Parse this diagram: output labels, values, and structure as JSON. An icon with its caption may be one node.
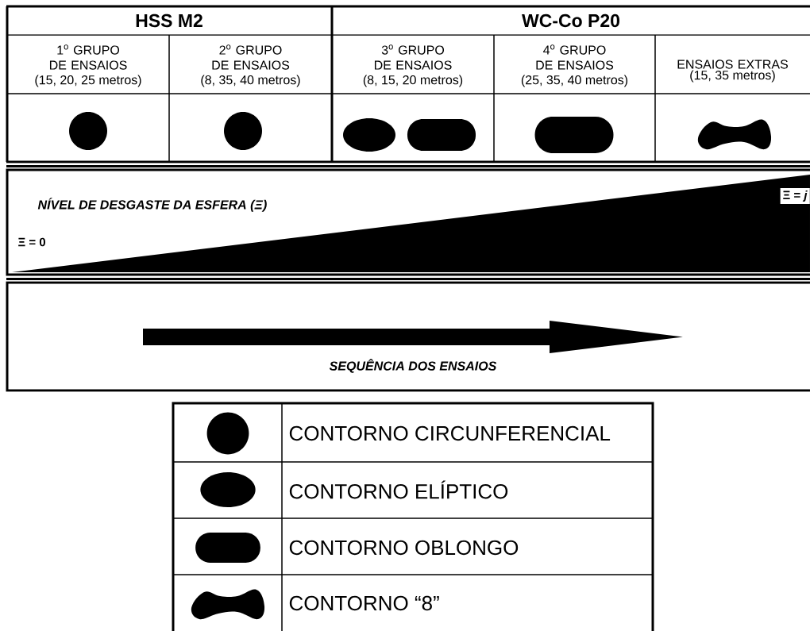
{
  "diagram": {
    "labels": [
      "HSS M2",
      "WC-Co P20",
      "1$^{o}$ GRUPO DE ENSAIOS",
      "(15, 20, 25 metros)",
      "2$^{o}$ GRUPO DE ENSAIOS",
      "(8, 35, 40 metros)",
      "3$^{o}$ GRUPO DE ENSAIOS",
      "(8, 15, 20 metros)",
      "4$^{o}$ GRUPO DE ENSAIOS",
      "(25, 35, 40 metros)",
      "ENSAIOS EXTRAS",
      "(15, 35 metros)",
      "NÍVEL DE DESGASTE DA ESFERA (Ξ)",
      "Ξ = *j*",
      "Ξ = 0",
      "SEQUÊNCIA DOS ENSAIOS"
    ],
    "legend": [
      {
        "text": "CONTORNO CIRCUNFERENCIAL"
      },
      {
        "text": "CONTORNO ELÍPTICO"
      },
      {
        "text": "CONTORNO OBLONGO"
      },
      {
        "text": "CONTORNO “8”"
      }
    ]
  }
}
